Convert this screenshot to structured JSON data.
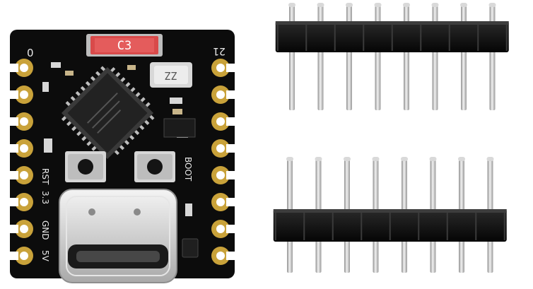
{
  "board": {
    "antenna_label": "C3",
    "crystal_label": "ZZ",
    "pin_label_top_left": "0",
    "pin_label_top_right": "21",
    "label_rst": "RST",
    "label_boot": "BOOT",
    "label_3v3": "3.3",
    "label_gnd": "GND",
    "label_5v": "5V"
  },
  "colors": {
    "background": "#ffffff",
    "pcb": "#0c0c0c",
    "gold_pad": "#c9a23a",
    "pin_header_plastic": "#111111",
    "pin_metal": "#c7c7c7",
    "antenna": "#d94a4a"
  }
}
